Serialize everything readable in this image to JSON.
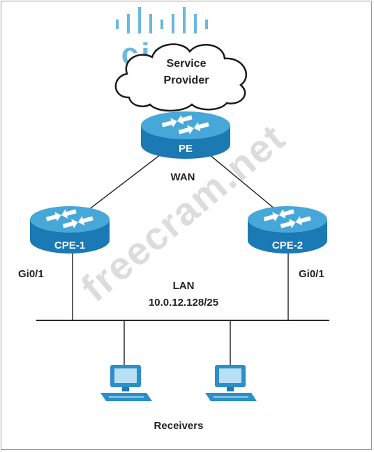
{
  "diagram": {
    "logo_text": "cisco",
    "watermark": "freecram.net",
    "cloud_label_line1": "Service",
    "cloud_label_line2": "Provider",
    "pe_label": "PE",
    "cpe1_label": "CPE-1",
    "cpe2_label": "CPE-2",
    "wan_label": "WAN",
    "lan_label": "LAN",
    "lan_subnet": "10.0.12.128/25",
    "cpe1_interface": "Gi0/1",
    "cpe2_interface": "Gi0/1",
    "receivers_label": "Receivers"
  },
  "colors": {
    "router_top": "#46a7d8",
    "router_side": "#1b79b4",
    "computer": "#2b8fc8",
    "logo": "#6ab8e0",
    "line": "#2a2a2a"
  }
}
